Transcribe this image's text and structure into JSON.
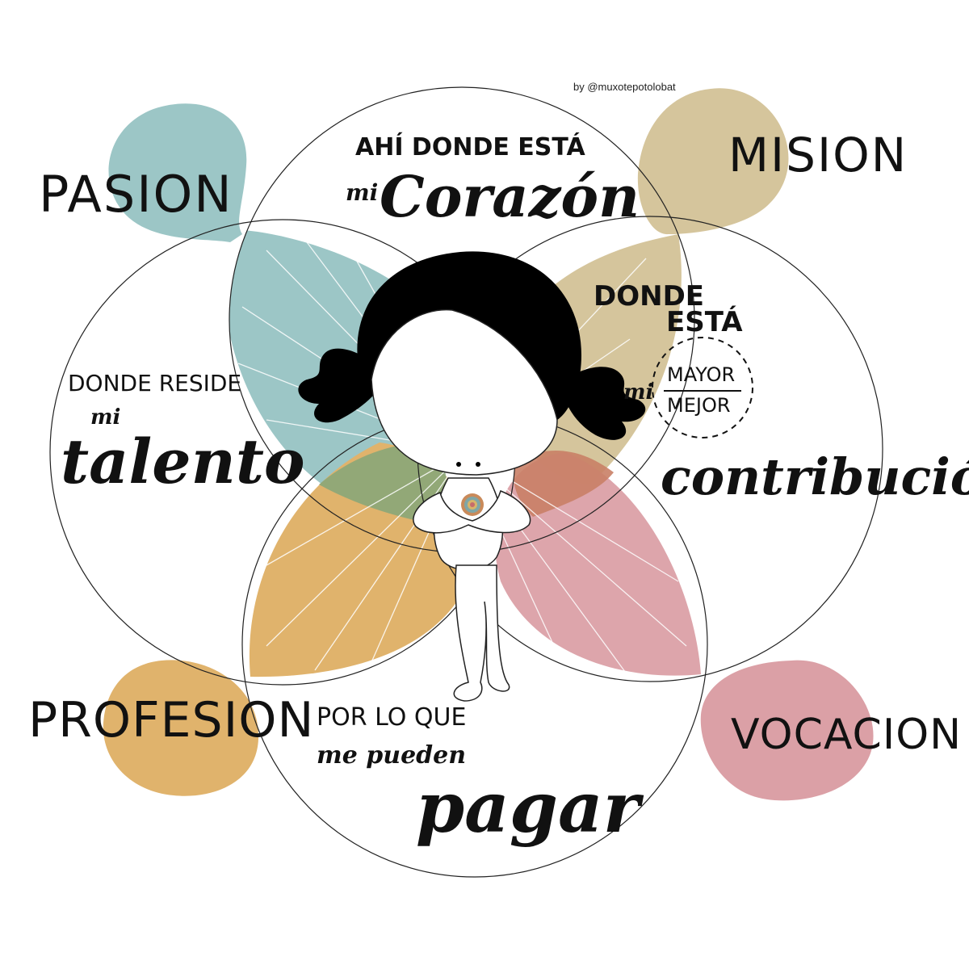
{
  "credit": "by @muxotepotolobat",
  "colors": {
    "pasion": "#9cc6c6",
    "mision": "#d5c59c",
    "profesion": "#e0b36c",
    "vocacion": "#dba0a6",
    "outline": "#222222",
    "hair": "#000000"
  },
  "corners": {
    "pasion": "PASION",
    "mision": "MISION",
    "profesion": "PROFESION",
    "vocacion": "VOCACION"
  },
  "circles": {
    "top": {
      "line1": "AHÍ DONDE ESTÁ",
      "prefix": "mi",
      "word": "Corazón"
    },
    "left": {
      "line1": "DONDE RESIDE",
      "prefix": "mi",
      "word": "talento"
    },
    "right": {
      "line1": "DONDE",
      "line2": "ESTÁ",
      "prefix": "mi",
      "badge_top": "MAYOR",
      "badge_bottom": "MEJOR",
      "word": "contribución"
    },
    "bottom": {
      "line1": "POR LO QUE",
      "line2": "me pueden",
      "word": "pagar"
    }
  }
}
